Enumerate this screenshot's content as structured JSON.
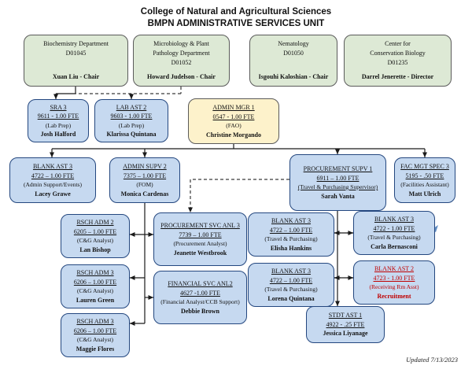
{
  "header": {
    "line1": "College of Natural and Agricultural Sciences",
    "line2": "BMPN ADMINISTRATIVE SERVICES UNIT"
  },
  "org": {
    "biochem": {
      "dept1": "Biochemistry Department",
      "code": "D01045",
      "head": "Xuan Liu - Chair"
    },
    "micro": {
      "dept1": "Microbiology & Plant",
      "dept2": "Pathology Department",
      "code": "D01052",
      "head": "Howard Judelson - Chair"
    },
    "nema": {
      "dept1": "Nematology",
      "code": "D01050",
      "head": "Isgouhi Kaloshian - Chair"
    },
    "ccb": {
      "dept1": "Center for",
      "dept2": "Conservation Biology",
      "code": "D01235",
      "head": "Darrel Jenerette - Director"
    },
    "sra3": {
      "title": "SRA 3",
      "fte": "9611 - 1.00 FTE",
      "role": "(Lab Prep)",
      "name": "Josh Halford"
    },
    "labast2": {
      "title": "LAB AST 2",
      "fte": "9603 - 1.00 FTE",
      "role": "(Lab Prep)",
      "name": "Klarissa Quintana"
    },
    "adminmgr": {
      "title": "ADMIN MGR 1",
      "fte": "0547 - 1.00 FTE",
      "role": "(FAO)",
      "name": "Christine Morgando"
    },
    "lacey": {
      "title": "BLANK AST 3",
      "fte": "4722 – 1.00 FTE",
      "role": "(Admin Support/Events)",
      "name": "Lacey Grawe"
    },
    "monica": {
      "title": "ADMIN SUPV 2",
      "fte": "7375 – 1.00 FTE",
      "role": "(FOM)",
      "name": "Monica Cardenas"
    },
    "sarah": {
      "title": "PROCUREMENT SUPV 1",
      "fte": "6911 – 1.00 FTE",
      "role": "(Travel & Purchasing Supervisor)",
      "name": "Sarah Vanta"
    },
    "matt": {
      "title": "FAC MGT SPEC 3",
      "fte": "5195 - .50 FTE",
      "role": "(Facilities Assistant)",
      "name": "Matt Ulrich"
    },
    "lan": {
      "title": "RSCH ADM 2",
      "fte": "6205 – 1.00 FTE",
      "role": "(C&G Analyst)",
      "name": "Lan Bishop"
    },
    "lauren": {
      "title": "RSCH ADM 3",
      "fte": "6206 – 1.00 FTE",
      "role": "(C&G Analyst)",
      "name": "Lauren Green"
    },
    "maggie": {
      "title": "RSCH ADM 3",
      "fte": "6206 – 1.00 FTE",
      "role": "(C&G Analyst)",
      "name": "Maggie Flores"
    },
    "jeanette": {
      "title": "PROCUREMENT SVC ANL 3",
      "fte": "7739 – 1.00 FTE",
      "role": "(Procurement Analyst)",
      "name": "Jeanette Westbrook"
    },
    "debbie": {
      "title": "FINANCIAL SVC ANL2",
      "fte": "4627 -1.00 FTE",
      "role": "(Financial Analyst/CCB Support)",
      "name": "Debbie Brown"
    },
    "elisha": {
      "title": "BLANK AST 3",
      "fte": "4722 – 1.00 FTE",
      "role": "(Travel & Purchasing)",
      "name": "Elisha Hankins"
    },
    "carla": {
      "title": "BLANK AST 3",
      "fte": "4722 - 1.00 FTE",
      "role": "(Travel & Purchasing)",
      "name": "Carla Bernasconi"
    },
    "lorena": {
      "title": "BLANK AST 3",
      "fte": "4722 – 1.00 FTE",
      "role": "(Travel & Purchasing)",
      "name": "Lorena Quintana"
    },
    "recruit": {
      "title": "BLANK AST 2",
      "fte": "4723 - 1.00 FTE",
      "role": "(Receiving Rm Asst)",
      "name": "Recruitment"
    },
    "stdt": {
      "title": "STDT AST 1",
      "fte": "4922 - .25 FTE",
      "name": "Jessica Liyanage"
    }
  },
  "footer": {
    "updated": "Updated 7/13/2023"
  },
  "colors": {
    "dept_fill": "#dde9d5",
    "dept_border": "#5a5a5a",
    "staff_fill": "#c6d9f0",
    "staff_border": "#24477f",
    "mgr_fill": "#fdf2cb",
    "line": "#1a1a1a",
    "alert_text": "#c00000",
    "stray_marker": "#4f81bd"
  }
}
